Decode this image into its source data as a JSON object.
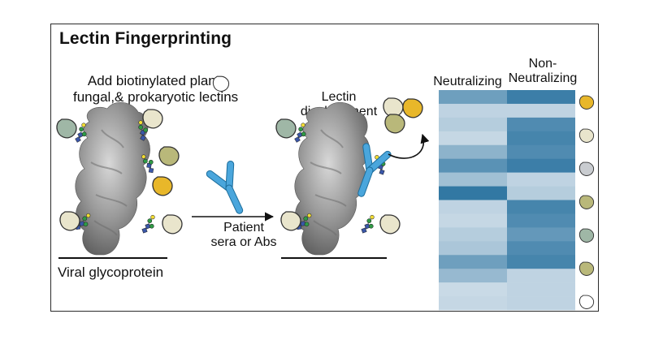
{
  "title": "Lectin Fingerprinting",
  "add_lectins_line1": "Add biotinylated plant,",
  "add_lectins_line2": "fungal,& prokaryotic lectins",
  "lectin_displacement_line1": "Lectin",
  "lectin_displacement_line2": "displacement",
  "patient_line1": "Patient",
  "patient_line2": "sera or Abs",
  "viral_glycoprotein": "Viral glycoprotein",
  "heatmap": {
    "col1_label": "Neutralizing",
    "col2_label_line1": "Non-",
    "col2_label_line2": "Neutralizing",
    "col1_values": [
      0.55,
      0.15,
      0.2,
      0.12,
      0.4,
      0.65,
      0.3,
      0.85,
      0.15,
      0.12,
      0.2,
      0.25,
      0.55,
      0.35,
      0.1,
      0.12
    ],
    "col2_values": [
      0.8,
      0.15,
      0.7,
      0.75,
      0.7,
      0.8,
      0.15,
      0.2,
      0.75,
      0.7,
      0.6,
      0.7,
      0.75,
      0.15,
      0.15,
      0.15
    ]
  },
  "colors": {
    "protein": "#8f8f8f",
    "antibody": "#4aa6dc",
    "lectin_yellow": "#e8b72a",
    "lectin_olive": "#b9b87a",
    "lectin_cream": "#e9e5cc",
    "lectin_teal": "#9fb7a6",
    "lectin_grey": "#c9ccd0"
  },
  "side_lectin_icons": [
    "lectin-yellow",
    "lectin-cream",
    "lectin-grey",
    "lectin-olive",
    "lectin-teal",
    "lectin-olive",
    "lectin-white"
  ]
}
